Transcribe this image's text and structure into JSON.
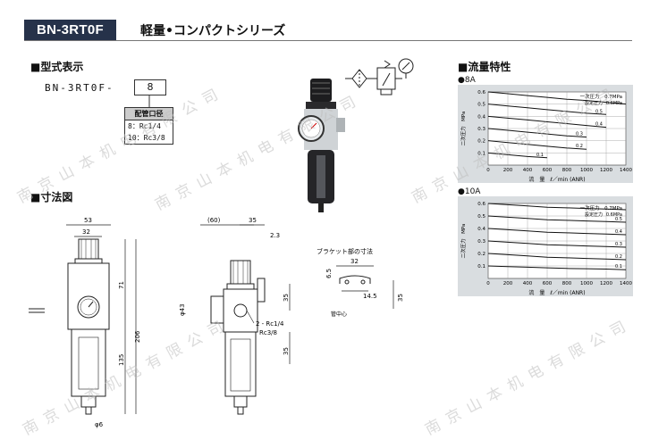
{
  "header": {
    "model": "BN-3RT0F",
    "series": "軽量•コンパクトシリーズ"
  },
  "model_code": {
    "title": "■型式表示",
    "prefix": "BN-3RT0F-",
    "selected": "8",
    "table_header": "配管口径",
    "rows": [
      "8：Rc1/4",
      "10：Rc3/8"
    ]
  },
  "dimensions": {
    "title": "■寸法図",
    "front": {
      "width_outer": "53",
      "width_inner": "32",
      "height_upper": "71",
      "height_total": "206",
      "height_lower": "135",
      "drain": "φ6"
    },
    "side": {
      "width_outer": "(60)",
      "width_inner": "35",
      "knob": "2.3",
      "gauge": "φ43",
      "port_height": "35",
      "port": "2 - Rc1/4",
      "port2": "Rc3/8",
      "lower": "35"
    },
    "bracket": {
      "title": "ブラケット部の寸法",
      "w32": "32",
      "h65": "6.5",
      "w145": "14.5",
      "h35": "35",
      "center": "管中心"
    }
  },
  "flow": {
    "title": "■流量特性"
  },
  "chart_data": [
    {
      "type": "line",
      "title": "●8A",
      "xlabel": "流　量　ℓ／min (ANR)",
      "ylabel": "二次圧力　MPa",
      "legend_primary": "一次圧力　0.7MPa",
      "legend_set": "設定圧力",
      "legend_set_val": "0.6MPa",
      "x_ticks": [
        0,
        200,
        400,
        600,
        800,
        1000,
        1200,
        1400
      ],
      "y_ticks": [
        0.1,
        0.2,
        0.3,
        0.4,
        0.5,
        0.6
      ],
      "xlim": [
        0,
        1400
      ],
      "ylim": [
        0,
        0.6
      ],
      "series": [
        {
          "name": "0.6MPa",
          "x": [
            0,
            200,
            400,
            600,
            800,
            1000,
            1200,
            1400
          ],
          "y": [
            0.6,
            0.585,
            0.57,
            0.555,
            0.54,
            0.53,
            0.515,
            0.5
          ]
        },
        {
          "name": "0.5",
          "x": [
            0,
            200,
            400,
            600,
            800,
            1000,
            1200
          ],
          "y": [
            0.5,
            0.485,
            0.47,
            0.455,
            0.44,
            0.425,
            0.415
          ]
        },
        {
          "name": "0.4",
          "x": [
            0,
            200,
            400,
            600,
            800,
            1000,
            1200
          ],
          "y": [
            0.4,
            0.385,
            0.37,
            0.355,
            0.34,
            0.325,
            0.31
          ]
        },
        {
          "name": "0.3",
          "x": [
            0,
            200,
            400,
            600,
            800,
            1000
          ],
          "y": [
            0.3,
            0.285,
            0.27,
            0.255,
            0.24,
            0.23
          ]
        },
        {
          "name": "0.2",
          "x": [
            0,
            200,
            400,
            600,
            800,
            1000
          ],
          "y": [
            0.2,
            0.185,
            0.17,
            0.155,
            0.14,
            0.13
          ]
        },
        {
          "name": "0.1",
          "x": [
            0,
            200,
            400,
            600
          ],
          "y": [
            0.1,
            0.085,
            0.07,
            0.06
          ]
        }
      ]
    },
    {
      "type": "line",
      "title": "●10A",
      "xlabel": "流　量　ℓ／min (ANR)",
      "ylabel": "二次圧力　MPa",
      "legend_primary": "一次圧力　0.7MPa",
      "legend_set": "設定圧力",
      "legend_set_val": "0.6MPa",
      "x_ticks": [
        0,
        200,
        400,
        600,
        800,
        1000,
        1200,
        1400
      ],
      "y_ticks": [
        0.1,
        0.2,
        0.3,
        0.4,
        0.5,
        0.6
      ],
      "xlim": [
        0,
        1400
      ],
      "ylim": [
        0,
        0.6
      ],
      "series": [
        {
          "name": "0.6MPa",
          "x": [
            0,
            200,
            400,
            600,
            800,
            1000,
            1200,
            1400
          ],
          "y": [
            0.6,
            0.59,
            0.58,
            0.57,
            0.565,
            0.56,
            0.555,
            0.55
          ]
        },
        {
          "name": "0.5",
          "x": [
            0,
            200,
            400,
            600,
            800,
            1000,
            1200,
            1400
          ],
          "y": [
            0.5,
            0.49,
            0.48,
            0.47,
            0.465,
            0.46,
            0.455,
            0.45
          ]
        },
        {
          "name": "0.4",
          "x": [
            0,
            200,
            400,
            600,
            800,
            1000,
            1200,
            1400
          ],
          "y": [
            0.4,
            0.39,
            0.38,
            0.37,
            0.365,
            0.36,
            0.355,
            0.35
          ]
        },
        {
          "name": "0.3",
          "x": [
            0,
            200,
            400,
            600,
            800,
            1000,
            1200,
            1400
          ],
          "y": [
            0.3,
            0.29,
            0.28,
            0.27,
            0.265,
            0.26,
            0.255,
            0.25
          ]
        },
        {
          "name": "0.2",
          "x": [
            0,
            200,
            400,
            600,
            800,
            1000,
            1200,
            1400
          ],
          "y": [
            0.2,
            0.19,
            0.18,
            0.17,
            0.165,
            0.16,
            0.155,
            0.15
          ]
        },
        {
          "name": "0.1",
          "x": [
            0,
            200,
            400,
            600,
            800,
            1000,
            1200,
            1400
          ],
          "y": [
            0.1,
            0.095,
            0.09,
            0.085,
            0.08,
            0.078,
            0.075,
            0.07
          ]
        }
      ]
    }
  ],
  "watermark": "南京山本机电有限公司"
}
